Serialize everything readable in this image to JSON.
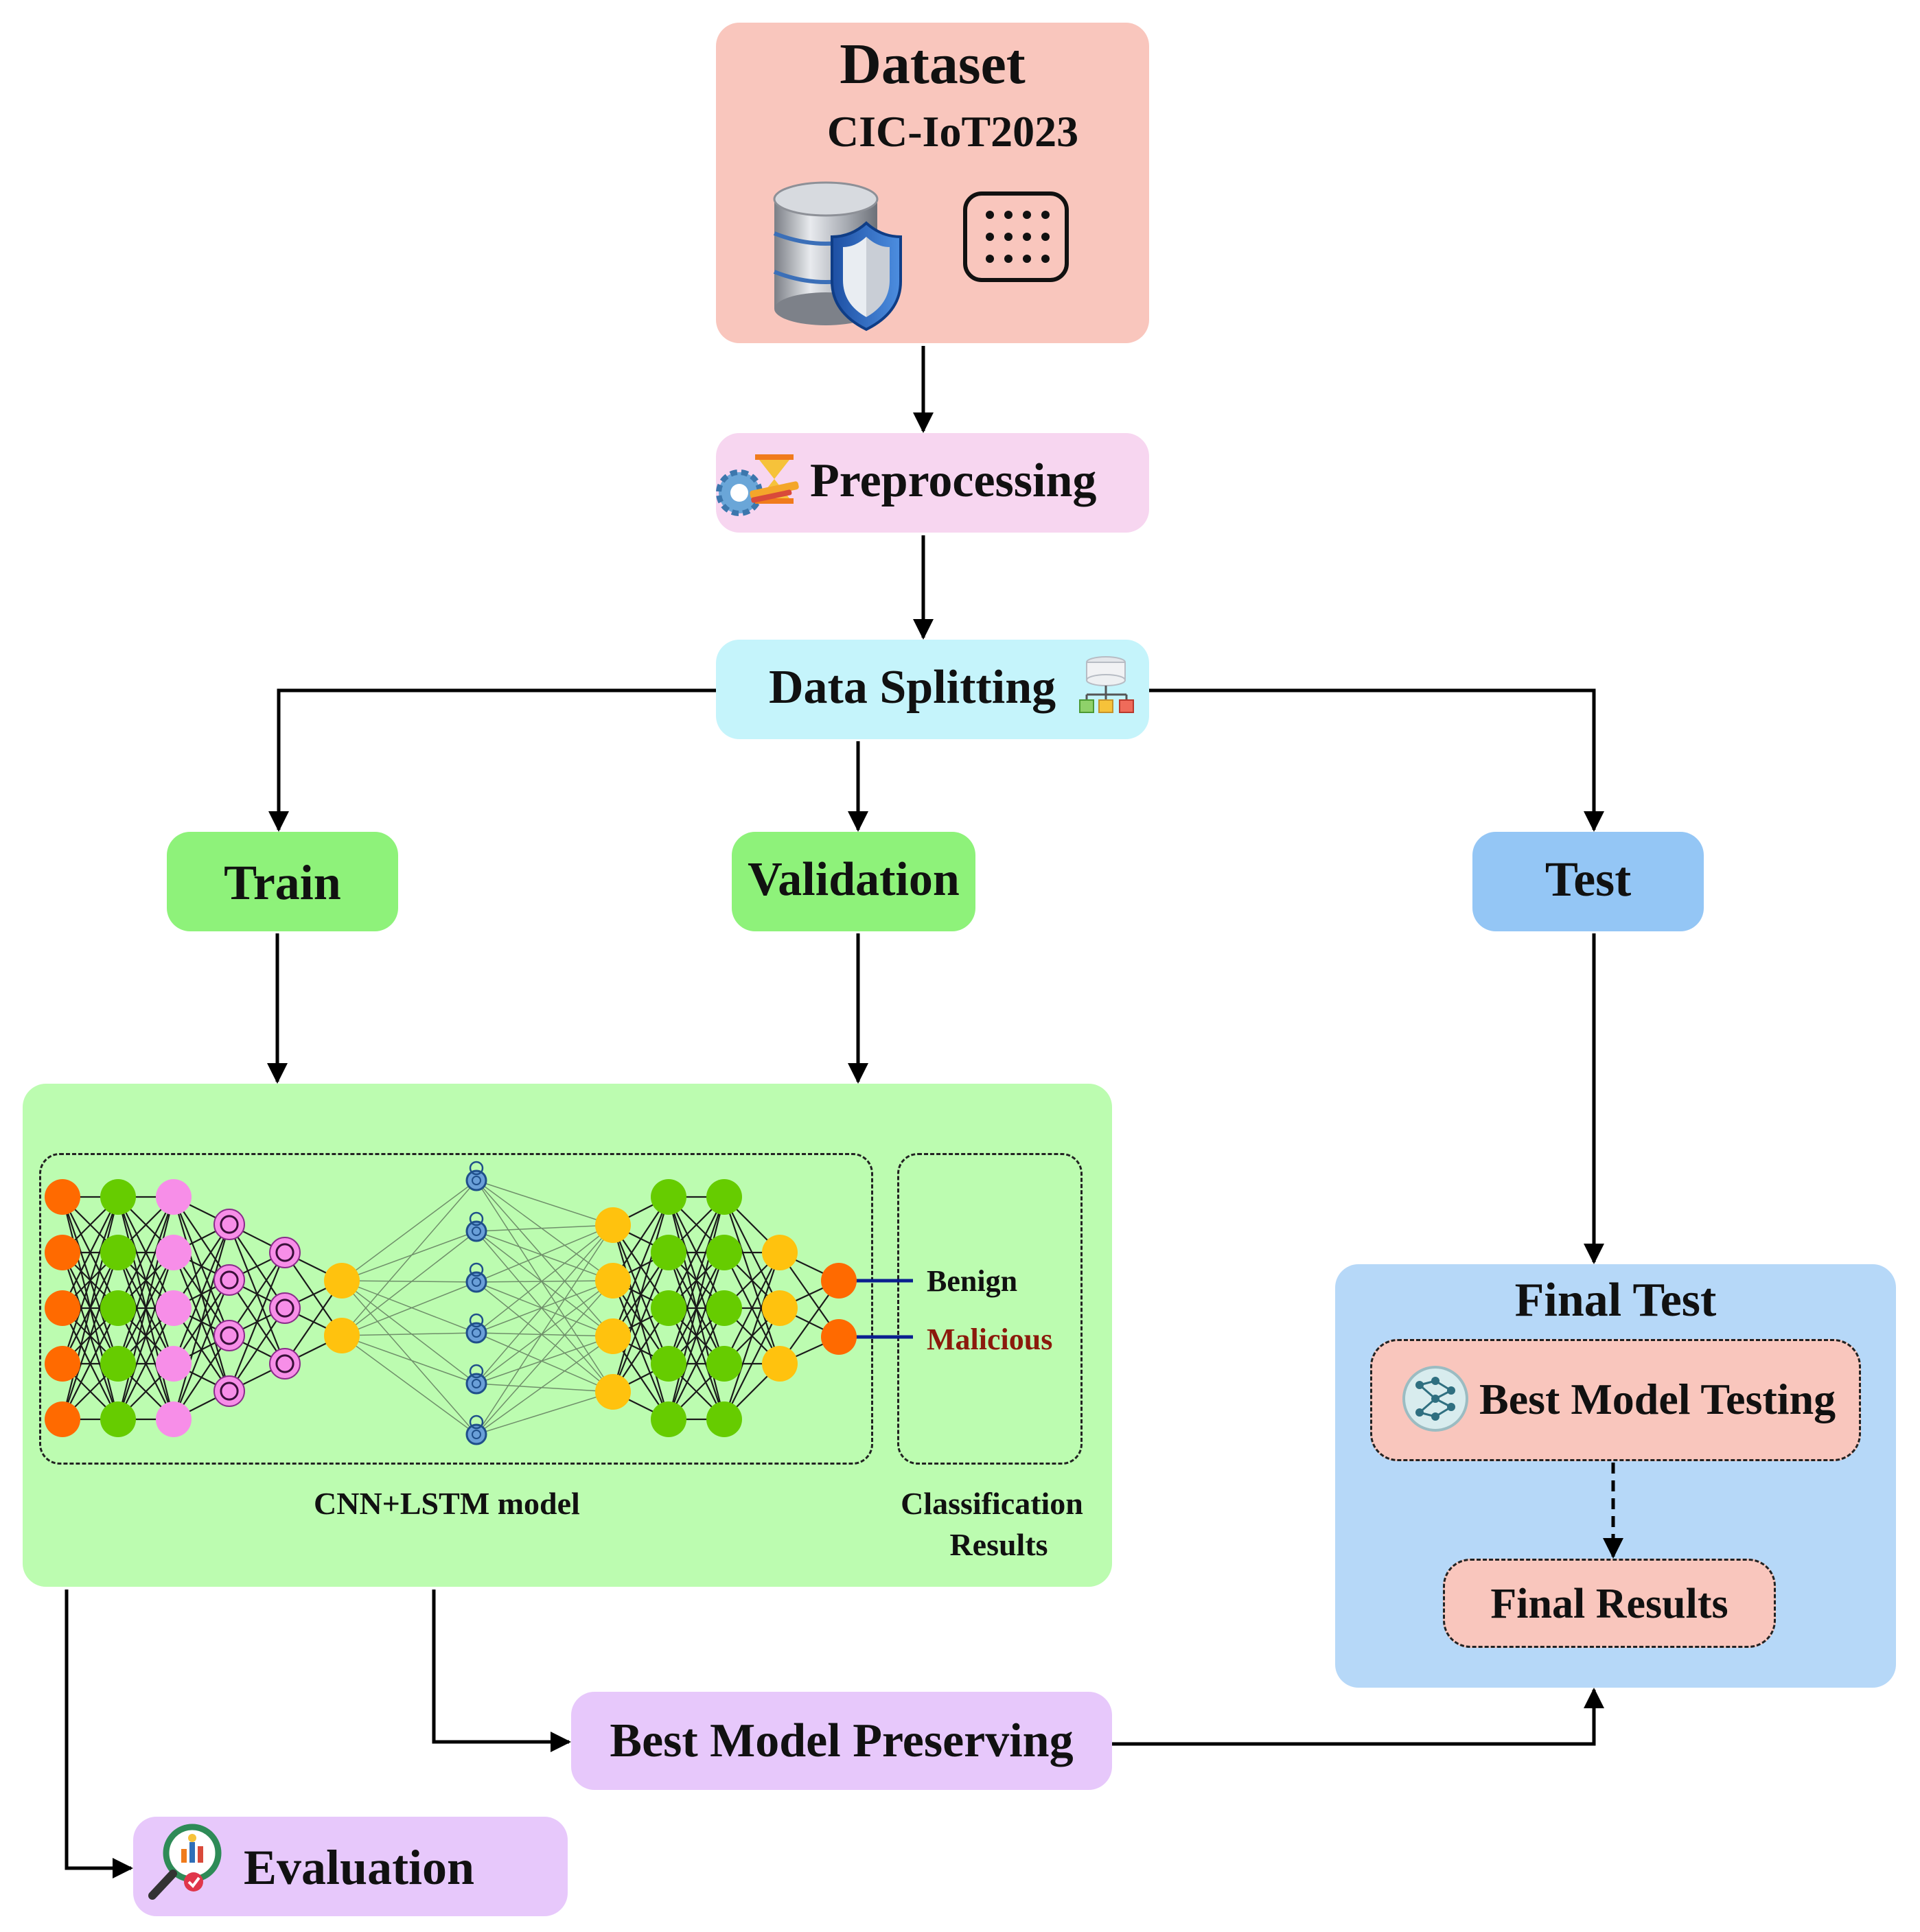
{
  "dataset": {
    "title": "Dataset",
    "subtitle": "CIC-IoT2023",
    "icons": [
      "database-shield-icon",
      "data-grid-icon"
    ]
  },
  "preprocessing": {
    "label": "Preprocessing",
    "icon": "gear-pencil-hourglass-icon"
  },
  "splitting": {
    "label": "Data Splitting",
    "icon": "data-split-icon"
  },
  "train": {
    "label": "Train"
  },
  "validation": {
    "label": "Validation"
  },
  "test": {
    "label": "Test"
  },
  "model": {
    "caption": "CNN+LSTM model",
    "results_caption_1": "Classification",
    "results_caption_2": "Results",
    "outputs": [
      "Benign",
      "Malicious"
    ]
  },
  "final_test": {
    "title": "Final Test",
    "best_model_testing": "Best Model Testing",
    "final_results": "Final Results",
    "icon": "neural-network-icon"
  },
  "best_model_preserving": {
    "label": "Best Model Preserving"
  },
  "evaluation": {
    "label": "Evaluation",
    "icon": "magnifier-analytics-icon"
  },
  "colors": {
    "dataset_bg": "#f9c6bd",
    "preprocessing_bg": "#f7d6f0",
    "splitting_bg": "#c5f4fb",
    "train_bg": "#8ef27a",
    "test_bg": "#94c6f5",
    "model_bg": "#bcfcb0",
    "final_test_bg": "#b6d8f8",
    "inner_pink": "#f9c6bd",
    "purple_bg": "#e7c8fb",
    "malicious_text": "#8b1a0c"
  }
}
